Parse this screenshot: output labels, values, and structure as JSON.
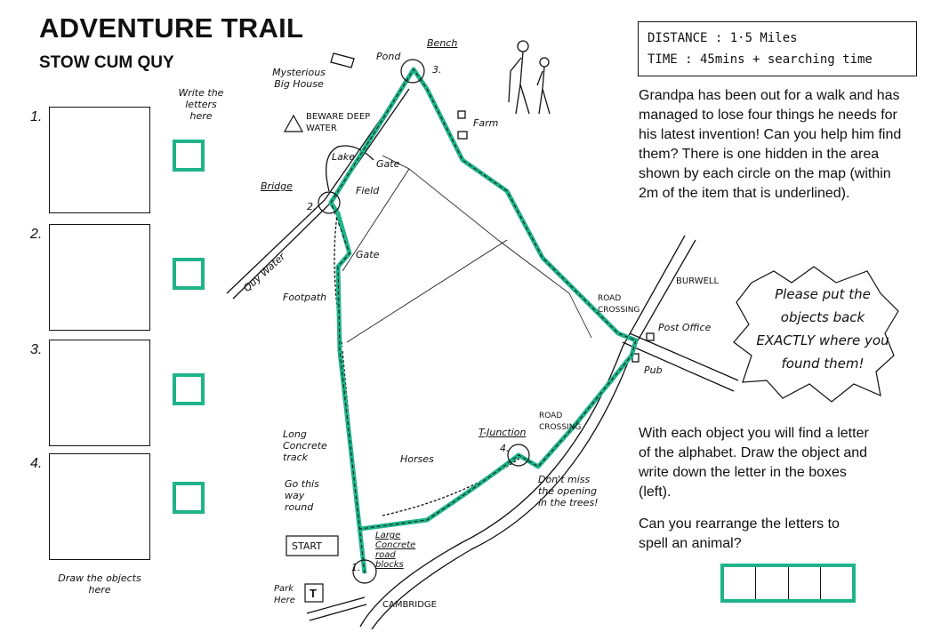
{
  "header": {
    "title": "ADVENTURE TRAIL",
    "subtitle": "STOW CUM QUY"
  },
  "left_panel": {
    "numbers": [
      "1.",
      "2.",
      "3.",
      "4."
    ],
    "write_label": "Write the letters here",
    "draw_label": "Draw the objects here"
  },
  "info": {
    "distance": "DISTANCE : 1·5 Miles",
    "time": "TIME : 45mins + searching time",
    "intro": "Grandpa has been out for a walk and has managed to lose four things he needs for his latest invention! Can you help him find them? There is one hidden in the area shown by each circle on the map (within 2m of the item that is underlined).",
    "instructions": "With each object you will find a letter of the alphabet. Draw the object and write down the letter in the boxes (left).",
    "question": "Can you rearrange the letters to spell an animal?",
    "burst": "Please put the objects back EXACTLY where you found them!"
  },
  "map": {
    "labels": {
      "bench": "Bench",
      "pond": "Pond",
      "house": "Mysterious Big House",
      "beware": "BEWARE DEEP WATER",
      "lake": "Lake",
      "gate1": "Gate",
      "gate2": "Gate",
      "field": "Field",
      "bridge": "Bridge",
      "quy_water": "Quy Water",
      "footpath": "Footpath",
      "farm": "Farm",
      "road_crossing1": "ROAD CROSSING",
      "road_crossing2": "ROAD CROSSING",
      "burwell": "BURWELL",
      "post_office": "Post Office",
      "pub": "Pub",
      "long_track": "Long Concrete track",
      "go_this_way": "Go this way round",
      "horses": "Horses",
      "t_junction": "T-Junction",
      "dont_miss": "Don't miss the opening in the trees!",
      "start": "START",
      "park_here": "Park Here",
      "concrete_blocks": "Large Concrete road blocks",
      "cambridge": "CAMBRIDGE",
      "n1": "1.",
      "n2": "2.",
      "n3": "3.",
      "n4": "4.",
      "parking_symbol": "T"
    }
  },
  "colors": {
    "trail": "#1fb38a"
  }
}
